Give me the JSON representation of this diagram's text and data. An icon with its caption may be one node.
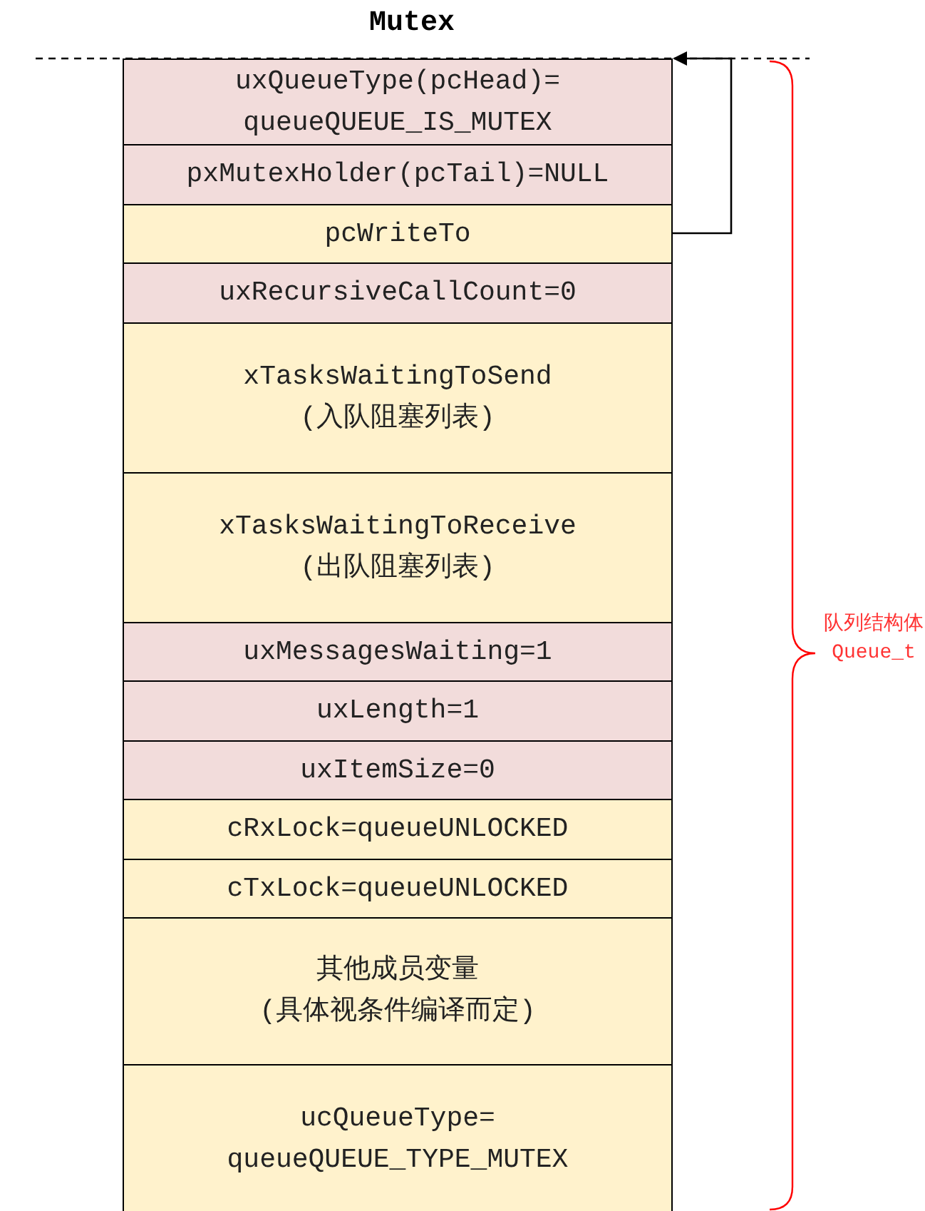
{
  "diagram": {
    "title": "Mutex",
    "nodes": [
      {
        "text": [
          "uxQueueType(pcHead)= queueQUEUE_IS_MUTEX"
        ]
      },
      {
        "text": [
          "pxMutexHolder(pcTail)=NULL"
        ]
      },
      {
        "text": [
          "pcWriteTo"
        ]
      },
      {
        "text": [
          "uxRecursiveCallCount=0"
        ]
      },
      {
        "text": [
          "xTasksWaitingToSend (入队阻塞列表)"
        ]
      },
      {
        "text": [
          "xTasksWaitingToReceive (出队阻塞列表)"
        ]
      },
      {
        "text": [
          "uxMessagesWaiting=1"
        ]
      },
      {
        "text": [
          "uxLength=1"
        ]
      },
      {
        "text": [
          "uxItemSize=0"
        ]
      },
      {
        "text": [
          "cRxLock=queueUNLOCKED"
        ]
      },
      {
        "text": [
          "cTxLock=queueUNLOCKED"
        ]
      },
      {
        "text": [
          "其他成员变量 (具体视条件编译而定)"
        ]
      },
      {
        "text": [
          "ucQueueType= queueQUEUE_TYPE_MUTEX"
        ]
      }
    ],
    "edges": [
      {
        "from": 2,
        "to": 0,
        "arrow": "to"
      }
    ],
    "labels": [
      "队列结构体 Queue_t"
    ]
  }
}
